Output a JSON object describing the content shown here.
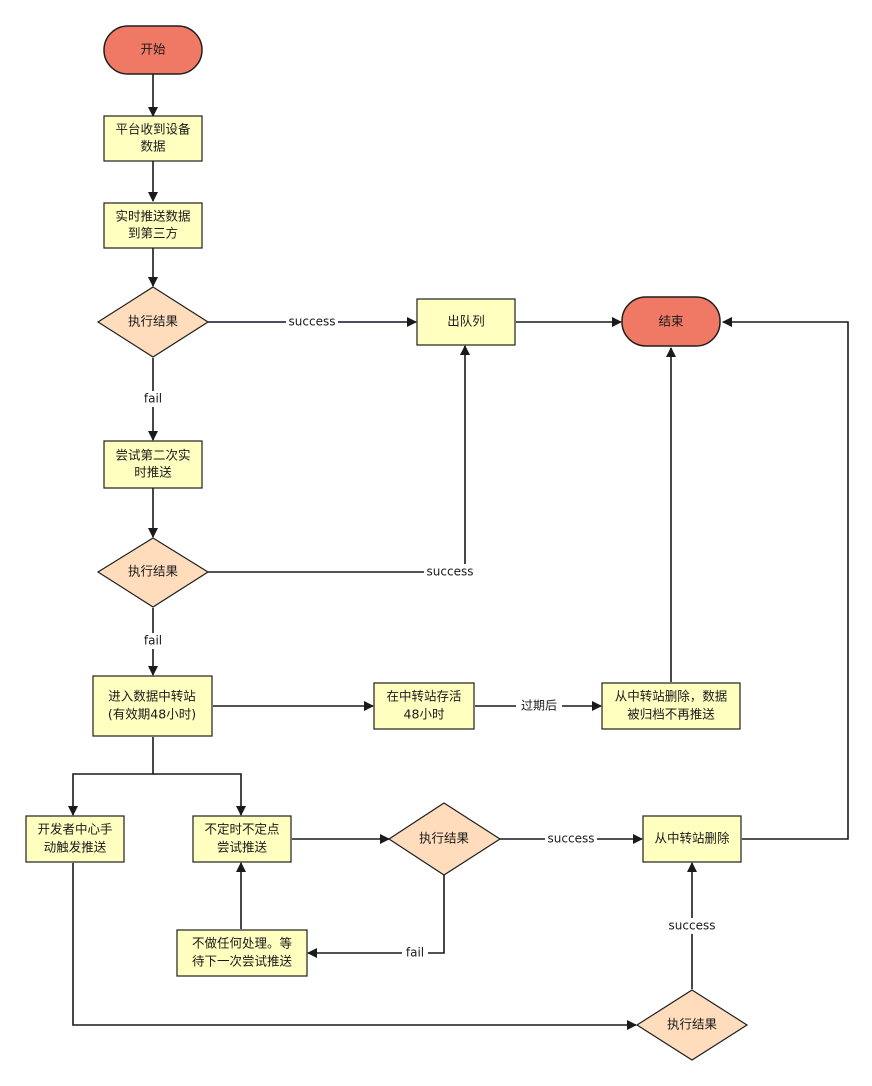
{
  "nodes": {
    "start": "开始",
    "receive": [
      "平台收到设备",
      "数据"
    ],
    "push_realtime": [
      "实时推送数据",
      "到第三方"
    ],
    "result1": "执行结果",
    "dequeue": "出队列",
    "end": "结束",
    "retry": [
      "尝试第二次实",
      "时推送"
    ],
    "result2": "执行结果",
    "relay": [
      "进入数据中转站",
      "(有效期48小时)"
    ],
    "store": [
      "在中转站存活",
      "48小时"
    ],
    "archive": [
      "从中转站删除，数据",
      "被归档不再推送"
    ],
    "manual": [
      "开发者中心手",
      "动触发推送"
    ],
    "random_retry": [
      "不定时不定点",
      "尝试推送"
    ],
    "result3": "执行结果",
    "delete": "从中转站删除",
    "wait": [
      "不做任何处理。等",
      "待下一次尝试推送"
    ],
    "result4": "执行结果"
  },
  "edge_labels": {
    "success1": "success",
    "fail1": "fail",
    "success2": "success",
    "fail2": "fail",
    "expired": "过期后",
    "success3": "success",
    "fail3": "fail",
    "success4": "success"
  }
}
